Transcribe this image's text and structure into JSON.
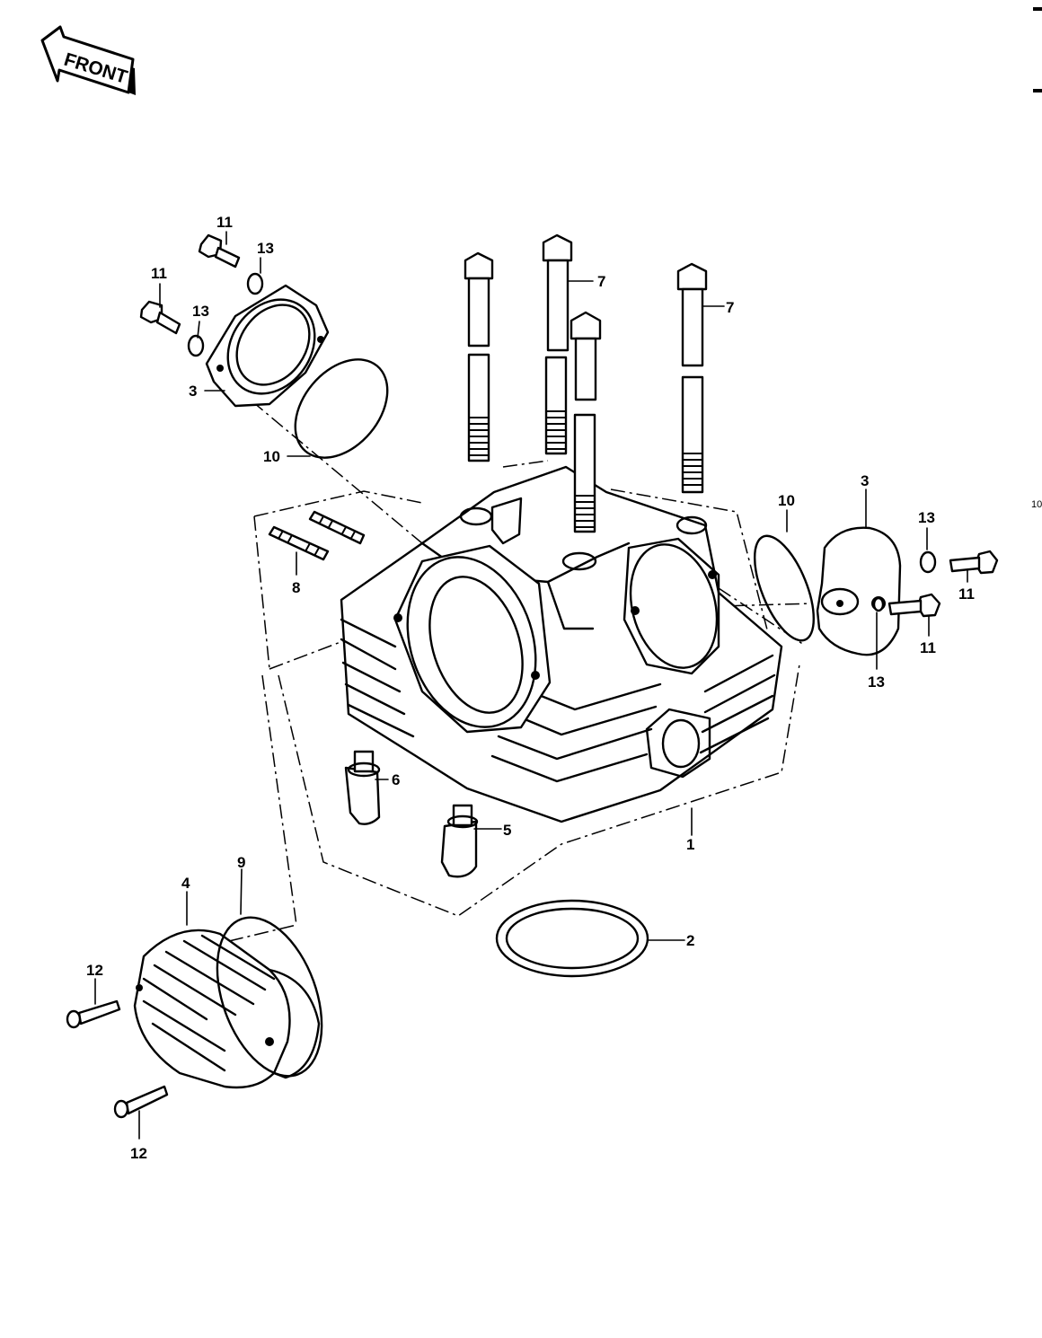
{
  "front_arrow_label": "FRONT",
  "side_mark": "10",
  "callouts": {
    "c1": "1",
    "c2": "2",
    "c3_left": "3",
    "c3_right": "3",
    "c4": "4",
    "c5": "5",
    "c6": "6",
    "c7_center": "7",
    "c7_right": "7",
    "c8": "8",
    "c9": "9",
    "c10_left": "10",
    "c10_right": "10",
    "c11_top": "11",
    "c11_left": "11",
    "c11_right_top": "11",
    "c11_right_bottom": "11",
    "c12_top": "12",
    "c12_bottom": "12",
    "c13_top": "13",
    "c13_left": "13",
    "c13_right_top": "13",
    "c13_right_bottom": "13"
  }
}
